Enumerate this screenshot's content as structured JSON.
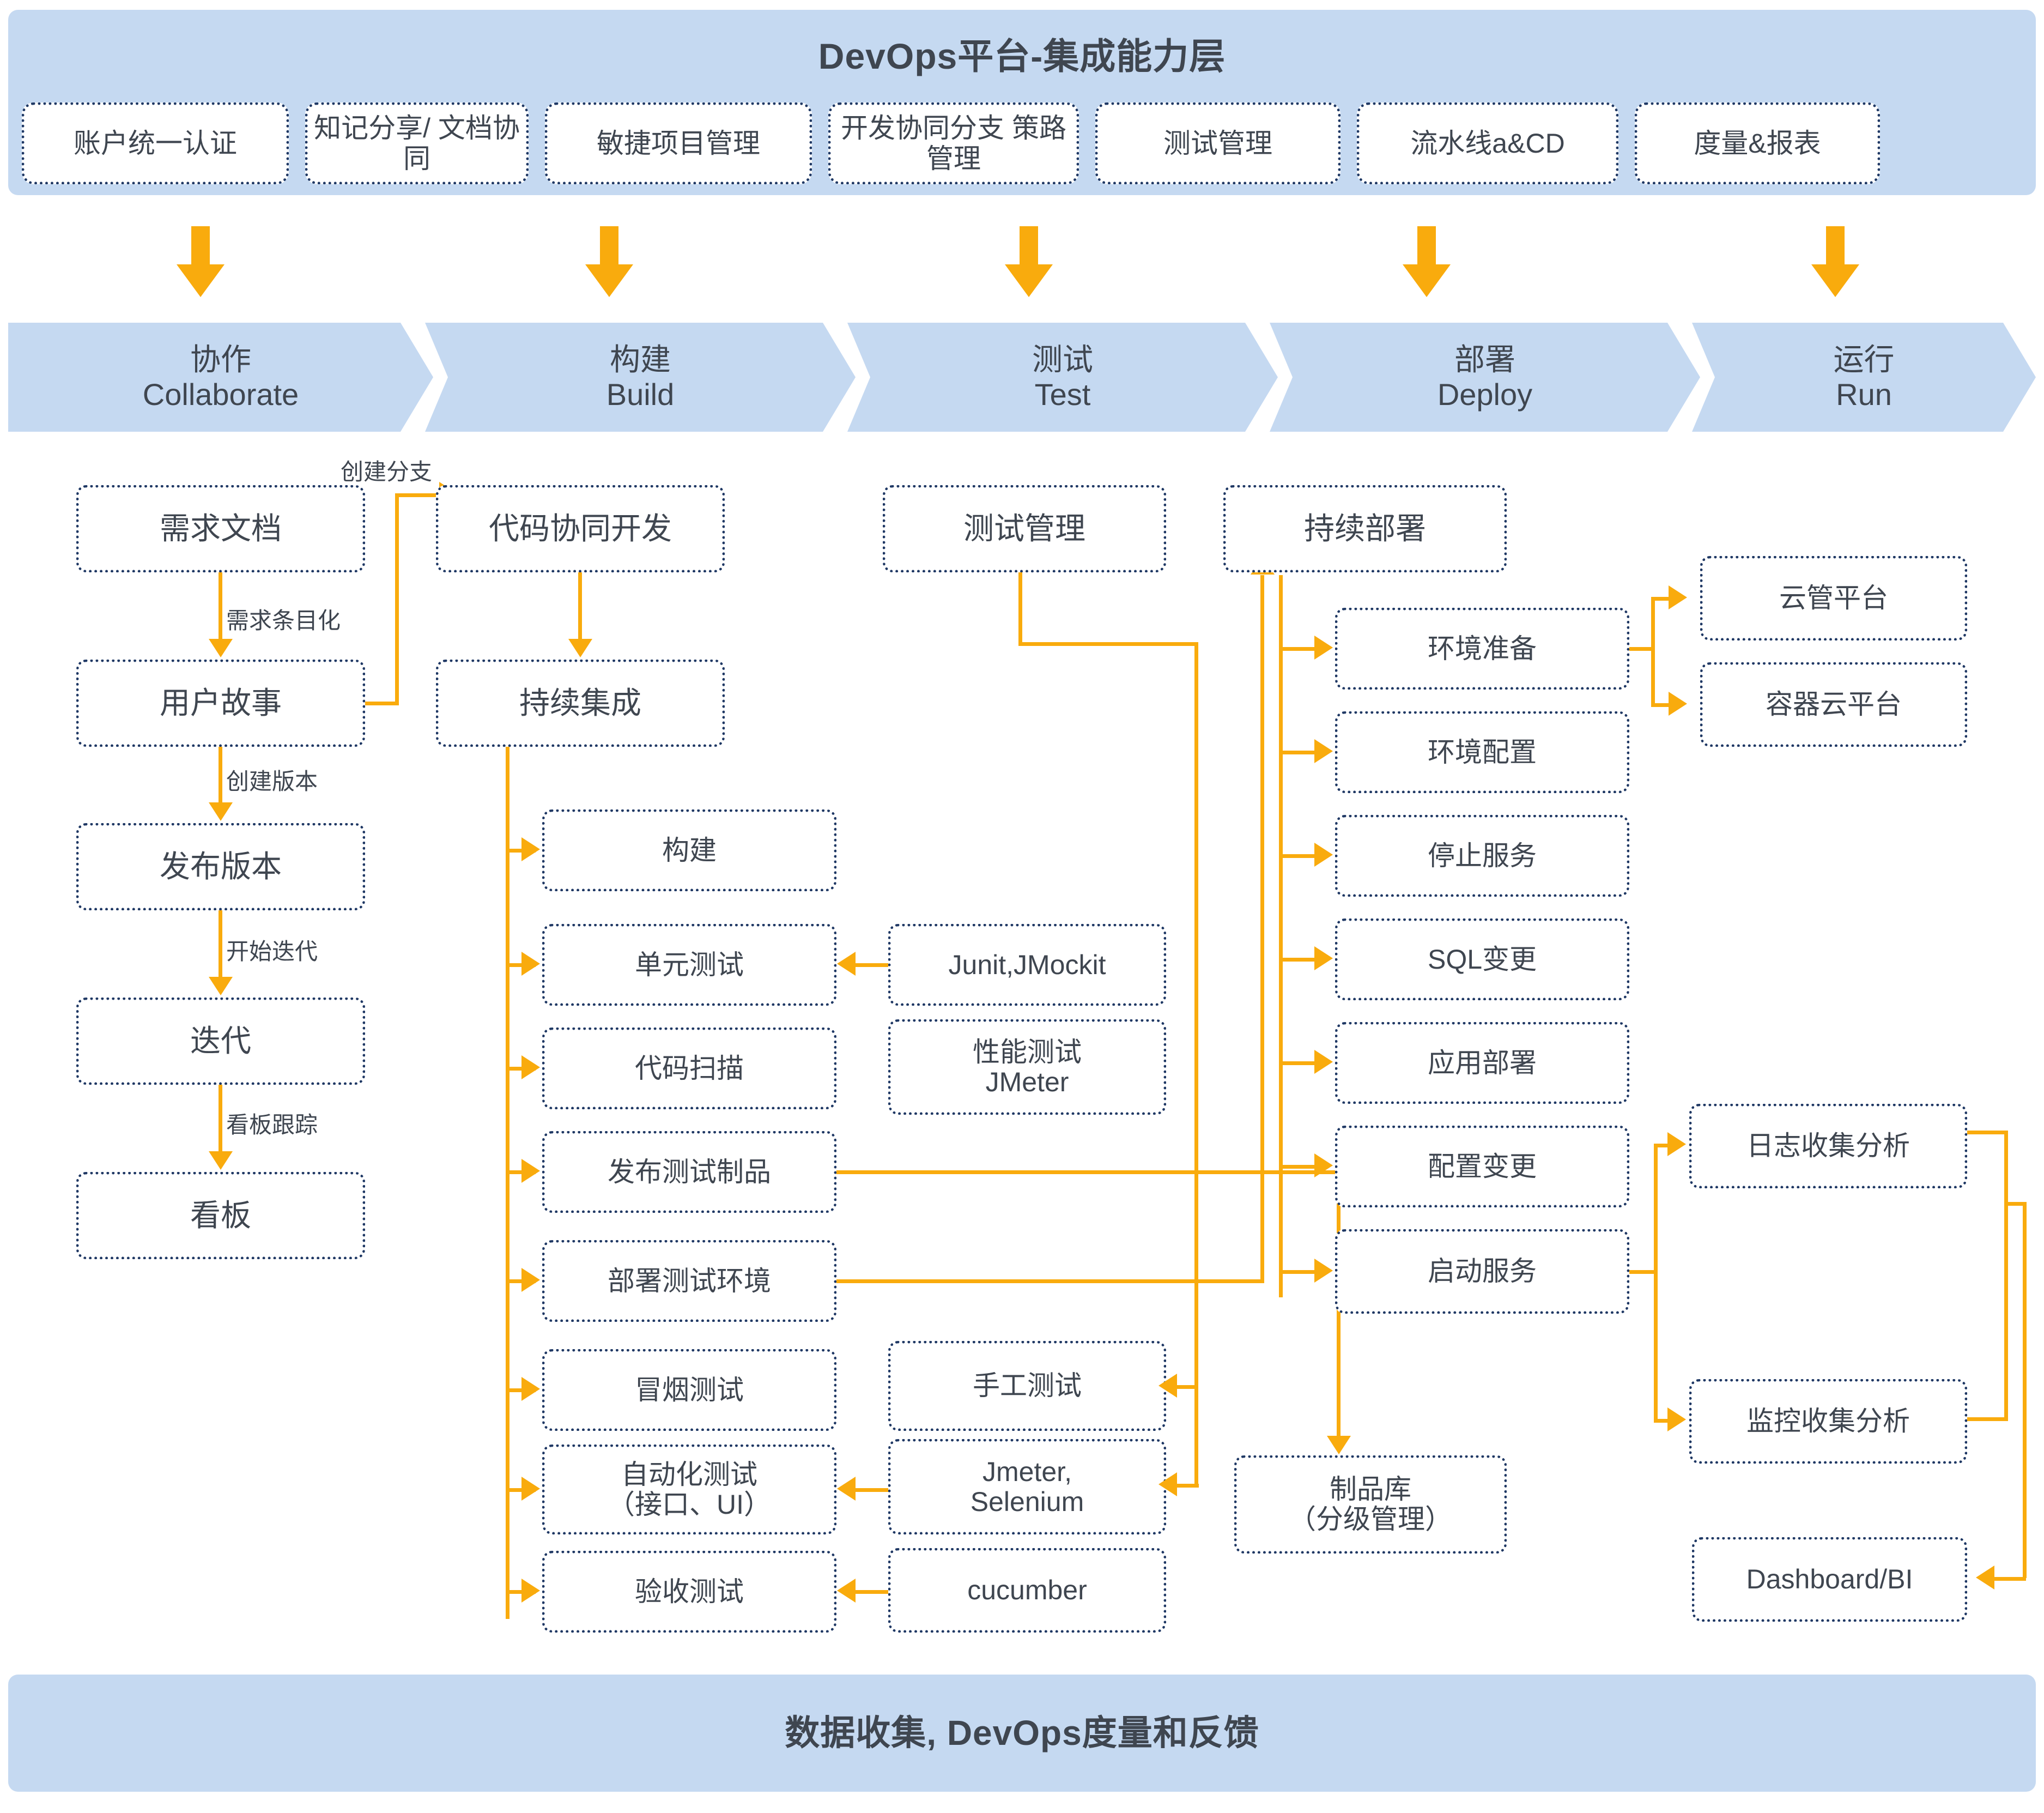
{
  "colors": {
    "band": "#c5d9f1",
    "accent_orange": "#f9ab0d",
    "node_border": "#1f3864",
    "text": "#3f4650"
  },
  "header": {
    "title": "DevOps平台-集成能力层",
    "capabilities": [
      {
        "label": "账户统一认证"
      },
      {
        "label": "知记分享/\n文档协同"
      },
      {
        "label": "敏捷项目管理"
      },
      {
        "label": "开发协同分支\n策路管理"
      },
      {
        "label": "测试管理"
      },
      {
        "label": "流水线a&CD"
      },
      {
        "label": "度量&报表"
      }
    ]
  },
  "stages": [
    {
      "cn": "协作",
      "en": "Collaborate"
    },
    {
      "cn": "构建",
      "en": "Build"
    },
    {
      "cn": "测试",
      "en": "Test"
    },
    {
      "cn": "部署",
      "en": "Deploy"
    },
    {
      "cn": "运行",
      "en": "Run"
    }
  ],
  "flow": {
    "collaborate": {
      "nodes": [
        {
          "label": "需求文档"
        },
        {
          "label": "用户故事"
        },
        {
          "label": "发布版本"
        },
        {
          "label": "迭代"
        },
        {
          "label": "看板"
        }
      ],
      "edge_labels": [
        {
          "label": "需求条目化"
        },
        {
          "label": "创建版本"
        },
        {
          "label": "开始迭代"
        },
        {
          "label": "看板跟踪"
        },
        {
          "label": "创建分支"
        }
      ]
    },
    "build": {
      "nodes": [
        {
          "label": "代码协同开发"
        },
        {
          "label": "持续集成"
        },
        {
          "label": "构建"
        },
        {
          "label": "单元测试"
        },
        {
          "label": "代码扫描"
        },
        {
          "label": "发布测试制品"
        },
        {
          "label": "部署测试环境"
        },
        {
          "label": "冒烟测试"
        },
        {
          "label": "自动化测试\n（接口、UI）"
        },
        {
          "label": "验收测试"
        }
      ]
    },
    "test": {
      "nodes": [
        {
          "label": "测试管理"
        },
        {
          "label": "Junit,JMockit"
        },
        {
          "label": "性能测试\nJMeter"
        },
        {
          "label": "手工测试"
        },
        {
          "label": "Jmeter,\nSelenium"
        },
        {
          "label": "cucumber"
        },
        {
          "label": "制品库\n（分级管理）"
        }
      ]
    },
    "deploy": {
      "nodes": [
        {
          "label": "持续部署"
        },
        {
          "label": "环境准备"
        },
        {
          "label": "环境配置"
        },
        {
          "label": "停止服务"
        },
        {
          "label": "SQL变更"
        },
        {
          "label": "应用部署"
        },
        {
          "label": "配置变更"
        },
        {
          "label": "启动服务"
        }
      ]
    },
    "run": {
      "nodes": [
        {
          "label": "云管平台"
        },
        {
          "label": "容器云平台"
        },
        {
          "label": "日志收集分析"
        },
        {
          "label": "监控收集分析"
        },
        {
          "label": "Dashboard/BI"
        }
      ]
    }
  },
  "footer": {
    "title": "数据收集, DevOps度量和反馈"
  }
}
